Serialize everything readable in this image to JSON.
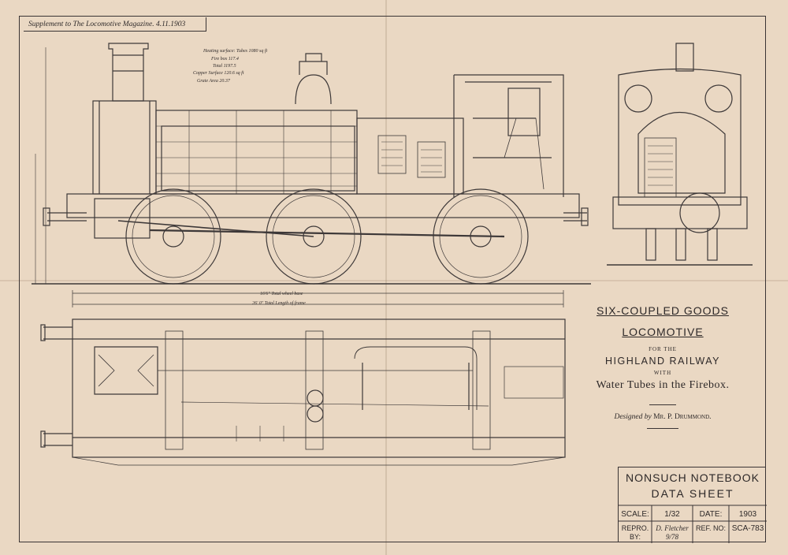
{
  "supplement": {
    "label": "Supplement to The Locomotive Magazine. 4.11.1903"
  },
  "heating_notes": {
    "tubes": "Heating surface: Tubes 1080 sq ft",
    "firebox": "Fire box 117.4",
    "total": "Total 1197.5",
    "copper": "Copper Surface 120.6 sq ft",
    "grate": "Grate Area 20.37"
  },
  "dimensions": {
    "wheelbase": "16'6\" Total wheel base",
    "frame_length": "26' 0\" Total Length of frame"
  },
  "title": {
    "line1": "SIX-COUPLED GOODS",
    "line2": "LOCOMOTIVE",
    "for_the": "FOR THE",
    "railway": "HIGHLAND RAILWAY",
    "with": "WITH",
    "feature": "Water Tubes in the Firebox.",
    "designed_prefix": "Designed by",
    "designer": "Mr. P. Drummond."
  },
  "data_sheet": {
    "title1": "NONSUCH NOTEBOOK",
    "title2": "DATA SHEET",
    "scale_label": "SCALE:",
    "scale_value": "1/32",
    "date_label": "DATE:",
    "date_value": "1903",
    "repro_label": "REPRO. BY:",
    "repro_value": "D. Fletcher 9/78",
    "ref_label": "REF. NO:",
    "ref_value": "SCA-783"
  },
  "colors": {
    "paper": "#ead8c3",
    "ink": "#3a3434"
  }
}
